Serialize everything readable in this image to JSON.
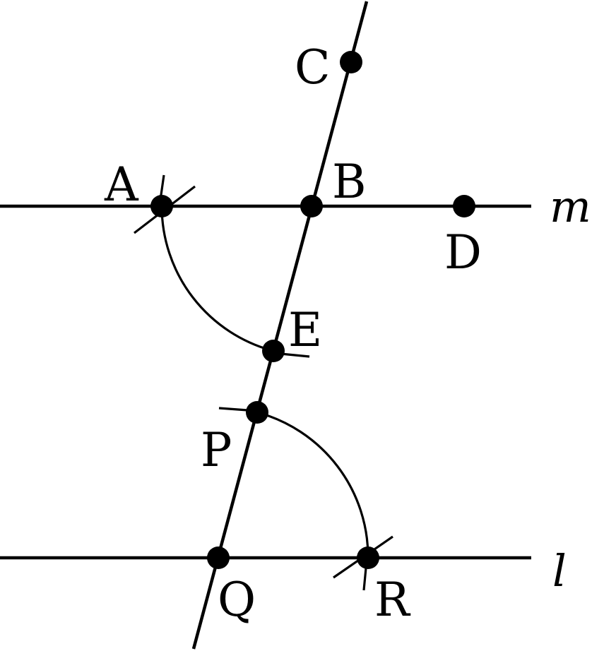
{
  "diagram": {
    "line_labels": {
      "m": "m",
      "l": "l"
    },
    "point_labels": {
      "C": "C",
      "A": "A",
      "B": "B",
      "D": "D",
      "E": "E",
      "P": "P",
      "Q": "Q",
      "R": "R"
    },
    "colors": {
      "ink": "#000000",
      "background": "#ffffff"
    }
  }
}
